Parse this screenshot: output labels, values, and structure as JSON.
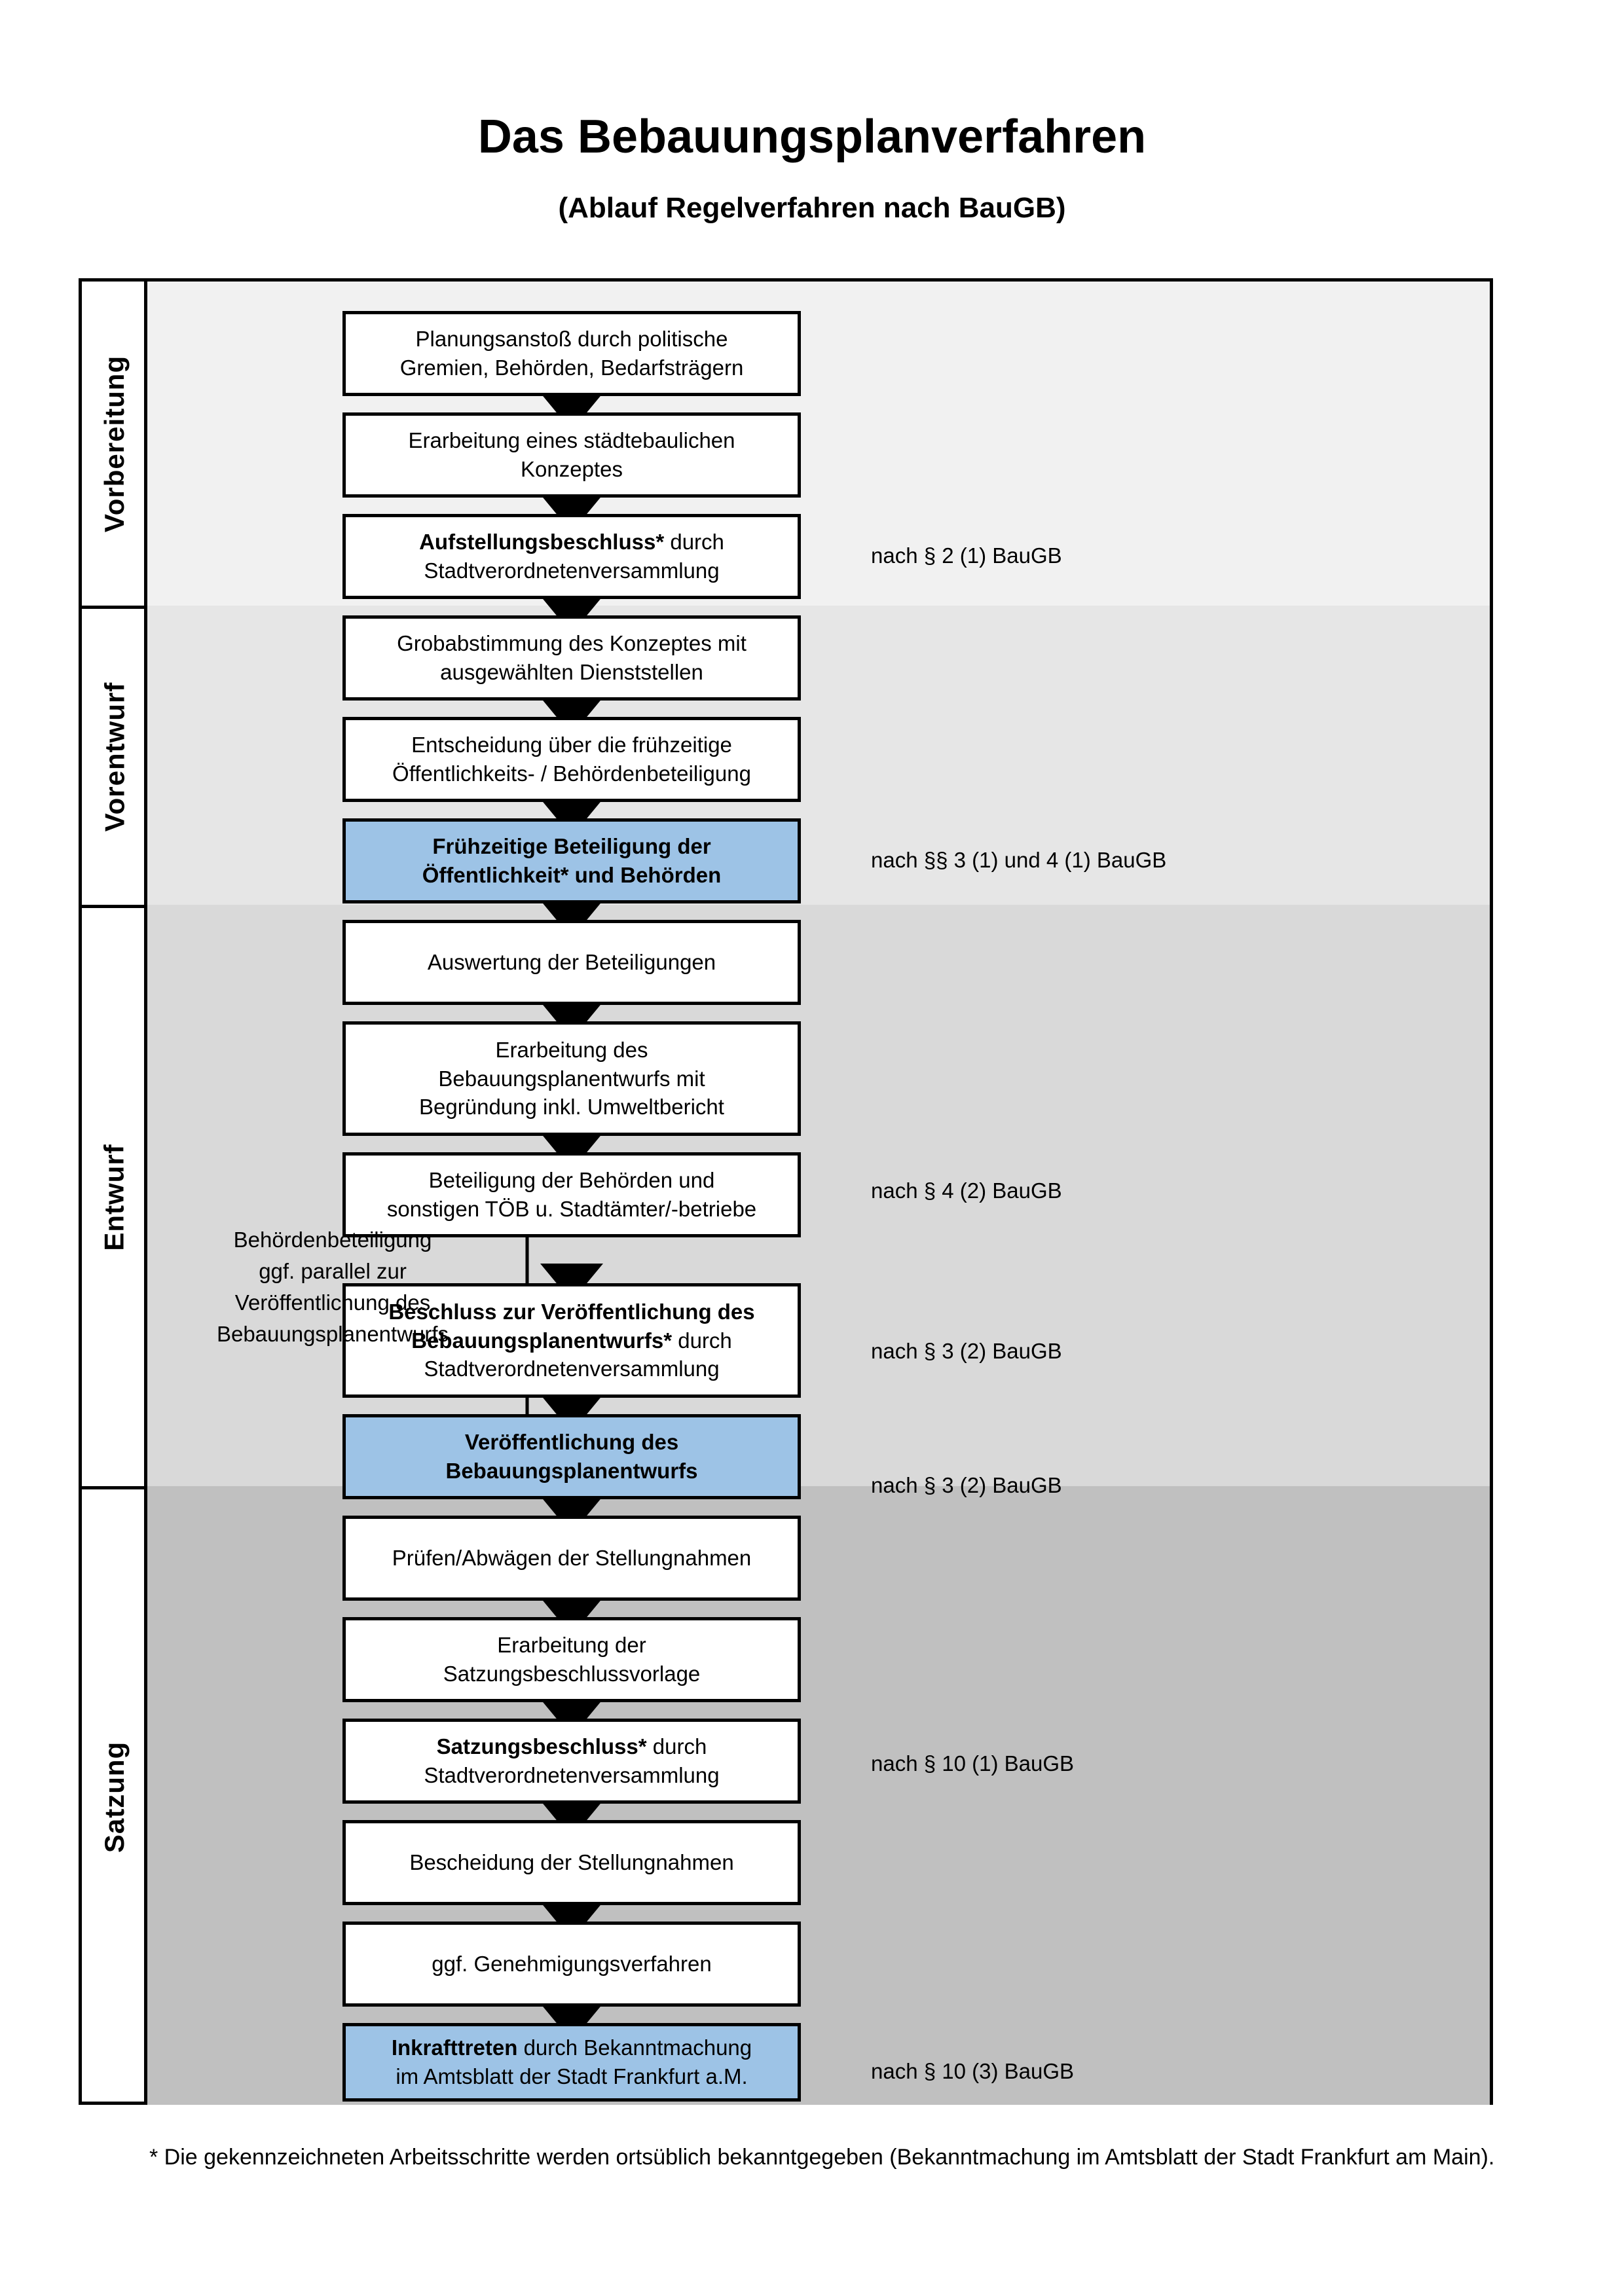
{
  "header": {
    "title": "Das Bebauungsplanverfahren",
    "subtitle": "(Ablauf Regelverfahren nach BauGB)"
  },
  "phases": [
    {
      "label": "Vorbereitung"
    },
    {
      "label": "Vorentwurf"
    },
    {
      "label": "Entwurf"
    },
    {
      "label": "Satzung"
    }
  ],
  "steps": [
    {
      "line1": "Planungsanstoß durch politische",
      "line2": "Gremien, Behörden, Bedarfsträgern",
      "bold": "",
      "highlight": false
    },
    {
      "line1": "Erarbeitung eines städtebaulichen",
      "line2": "Konzeptes",
      "bold": "",
      "highlight": false
    },
    {
      "line1": "",
      "line2": "Stadtverordnetenversammlung",
      "bold": "Aufstellungsbeschluss*",
      "after": " durch",
      "highlight": false
    },
    {
      "line1": "Grobabstimmung des Konzeptes mit",
      "line2": "ausgewählten Dienststellen",
      "bold": "",
      "highlight": false
    },
    {
      "line1": "Entscheidung über die frühzeitige",
      "line2": "Öffentlichkeits- / Behördenbeteiligung",
      "bold": "",
      "highlight": false
    },
    {
      "line1": "Frühzeitige Beteiligung der",
      "line2": "Öffentlichkeit* und Behörden",
      "bold": "ALL",
      "highlight": true
    },
    {
      "line1": "Auswertung der Beteiligungen",
      "line2": "",
      "bold": "",
      "highlight": false
    },
    {
      "line1": "Erarbeitung des",
      "line2": "Bebauungsplanentwurfs mit",
      "line3": "Begründung inkl. Umweltbericht",
      "bold": "",
      "highlight": false
    },
    {
      "line1": "Beteiligung der Behörden und",
      "line2": "sonstigen TÖB u. Stadtämter/-betriebe",
      "bold": "",
      "highlight": false
    },
    {
      "line1": "Beschluss zur Veröffentlichung des",
      "line2": "Bebauungsplanentwurfs*",
      "after": " durch",
      "line3": "Stadtverordnetenversammlung",
      "bold": "PARTIAL",
      "highlight": false
    },
    {
      "line1": "Veröffentlichung des",
      "line2": "Bebauungsplanentwurfs",
      "bold": "ALL",
      "highlight": true
    },
    {
      "line1": "Prüfen/Abwägen der Stellungnahmen",
      "line2": "",
      "bold": "",
      "highlight": false
    },
    {
      "line1": "Erarbeitung der",
      "line2": "Satzungsbeschlussvorlage",
      "bold": "",
      "highlight": false
    },
    {
      "line1": "",
      "line2": "Stadtverordnetenversammlung",
      "bold": "Satzungsbeschluss*",
      "after": " durch",
      "highlight": false
    },
    {
      "line1": "Bescheidung der Stellungnahmen",
      "line2": "",
      "bold": "",
      "highlight": false
    },
    {
      "line1": "ggf. Genehmigungsverfahren",
      "line2": "",
      "bold": "",
      "highlight": false
    },
    {
      "line1": "",
      "line2": "im Amtsblatt der Stadt Frankfurt a.M.",
      "bold": "Inkrafttreten",
      "after": " durch Bekanntmachung",
      "highlight": true
    }
  ],
  "references": [
    {
      "text": "nach § 2 (1) BauGB"
    },
    {
      "text": "nach §§ 3 (1) und 4 (1) BauGB"
    },
    {
      "text": "nach § 4 (2) BauGB"
    },
    {
      "text": "nach § 3 (2) BauGB"
    },
    {
      "text": "nach § 3 (2) BauGB"
    },
    {
      "text": "nach § 10 (1) BauGB"
    },
    {
      "text": "nach § 10 (3) BauGB"
    }
  ],
  "sidenote": {
    "line1": "Behördenbeteiligung",
    "line2": "ggf. parallel zur",
    "line3": "Veröffentlichung des",
    "line4": "Bebauungsplanentwurfs"
  },
  "footnote": {
    "text": "* Die gekennzeichneten Arbeitsschritte werden ortsüblich bekanntgegeben (Bekanntmachung im Amtsblatt  der Stadt Frankfurt am Main)."
  },
  "colors": {
    "highlight_blue": "#9DC3E6",
    "band_vorbereitung": "#F1F1F1",
    "band_vorentwurf": "#E6E6E6",
    "band_entwurf": "#D9D9D9",
    "band_satzung": "#C0C0C0",
    "outline": "#000000"
  }
}
